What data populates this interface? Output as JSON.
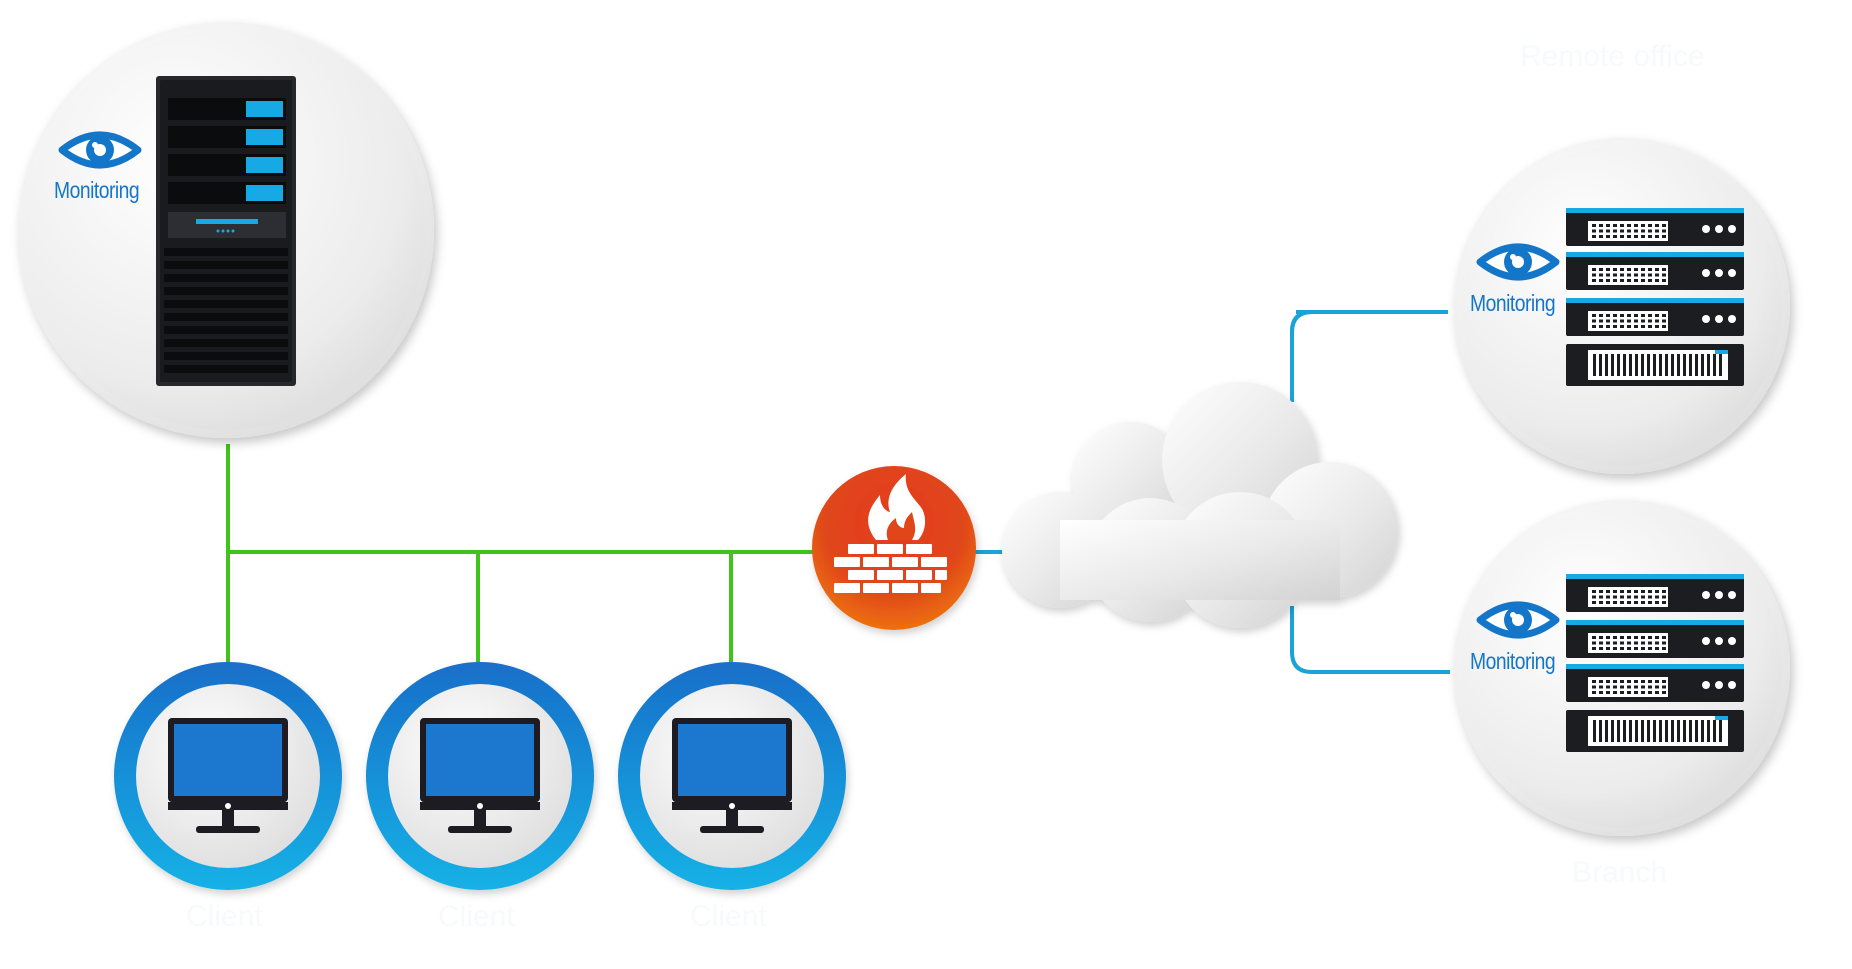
{
  "colors": {
    "lan_line": "#3ec41a",
    "wan_line": "#1ba3d9",
    "monitor_blue": "#1476c8",
    "firewall_red": "#e0461a",
    "node_bg": "#ececec"
  },
  "nodes": {
    "main_server": {
      "label": "Monitoring",
      "icon": "tower-server-icon"
    },
    "firewall": {
      "icon": "firewall-icon"
    },
    "internet": {
      "icon": "cloud-icon"
    },
    "remote_server_top": {
      "label": "Monitoring",
      "icon": "rack-server-icon"
    },
    "remote_server_bottom": {
      "label": "Monitoring",
      "icon": "rack-server-icon"
    },
    "clients": [
      {
        "icon": "desktop-monitor-icon",
        "label": "Client"
      },
      {
        "icon": "desktop-monitor-icon",
        "label": "Client"
      },
      {
        "icon": "desktop-monitor-icon",
        "label": "Client"
      }
    ],
    "branch_label": "Branch",
    "remote_label": "Remote office"
  }
}
